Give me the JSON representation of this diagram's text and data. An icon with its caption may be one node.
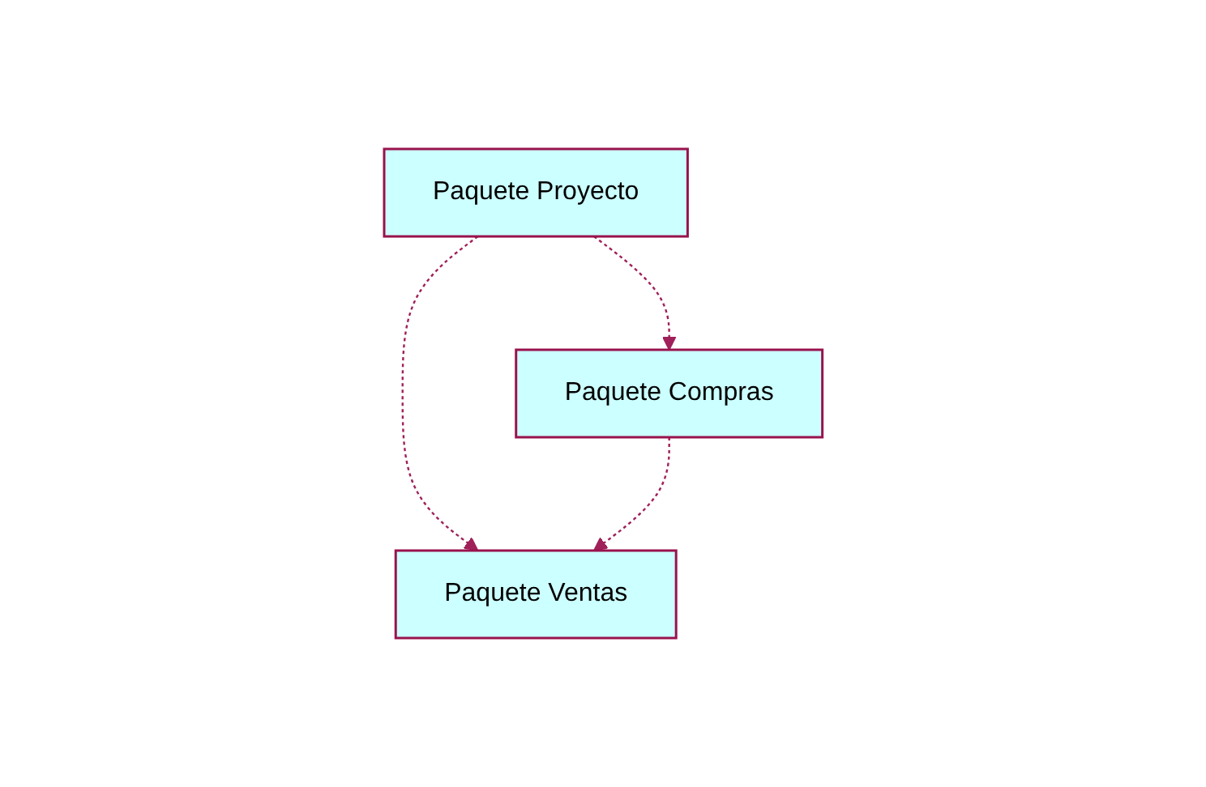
{
  "diagram": {
    "nodes": [
      {
        "text": [
          "Paquete Proyecto"
        ]
      },
      {
        "text": [
          "Paquete Compras"
        ]
      },
      {
        "text": [
          "Paquete Ventas"
        ]
      }
    ],
    "edges": [
      {
        "from": 0,
        "to": 1,
        "arrow": "to",
        "style": "dashed"
      },
      {
        "from": 0,
        "to": 2,
        "arrow": "to",
        "style": "dashed"
      },
      {
        "from": 1,
        "to": 2,
        "arrow": "to",
        "style": "dashed"
      }
    ]
  }
}
